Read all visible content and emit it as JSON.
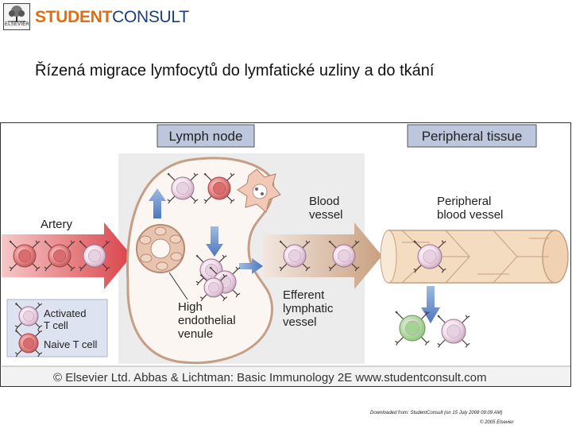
{
  "header": {
    "publisher_label": "ELSEVIER",
    "brand_part1": "STUDENT",
    "brand_part2": "CONSULT"
  },
  "slide": {
    "title": "Řízená migrace lymfocytů do lymfatické uzliny a do tkání"
  },
  "figure": {
    "panel_lymph_node": "Lymph node",
    "panel_peripheral": "Peripheral tissue",
    "label_artery": "Artery",
    "label_blood_vessel_1": "Blood",
    "label_blood_vessel_2": "vessel",
    "label_peripheral_vessel_1": "Peripheral",
    "label_peripheral_vessel_2": "blood vessel",
    "label_hev_1": "High",
    "label_hev_2": "endothelial",
    "label_hev_3": "venule",
    "label_efferent_1": "Efferent",
    "label_efferent_2": "lymphatic",
    "label_efferent_3": "vessel",
    "legend_activated_1": "Activated",
    "legend_activated_2": "T cell",
    "legend_naive": "Naive T cell",
    "credit": "© Elsevier Ltd. Abbas & Lichtman: Basic Immunology 2E www.studentconsult.com"
  },
  "footer": {
    "line1": "Downloaded from: StudentConsult (on 15 July 2008 09:09 AM)",
    "line2": "© 2005 Elsevier"
  },
  "colors": {
    "panel_header_bg": "#bcc6dc",
    "activated_cell": "#e9c8de",
    "naive_cell": "#e98a8a",
    "arrow_red": "#d9444a",
    "arrow_blue": "#5a86c6",
    "vessel_tan": "#f3d8b8",
    "lymph_node_bg": "#ececec",
    "dendritic_cell": "#f2c9b6",
    "green_cell": "#b7dcaa"
  }
}
